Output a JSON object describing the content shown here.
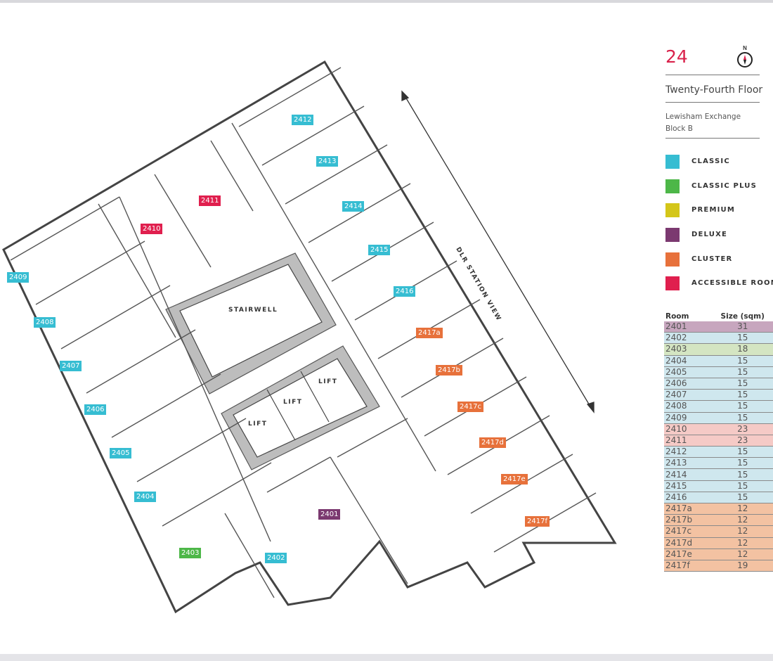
{
  "header": {
    "floor_number": "24",
    "compass_label": "N",
    "floor_name": "Twenty-Fourth Floor",
    "building_line1": "Lewisham Exchange",
    "building_line2": "Block B"
  },
  "legend": [
    {
      "label": "CLASSIC",
      "color": "#36bdd2"
    },
    {
      "label": "CLASSIC PLUS",
      "color": "#4db748"
    },
    {
      "label": "PREMIUM",
      "color": "#d4c619"
    },
    {
      "label": "DELUXE",
      "color": "#7b3970"
    },
    {
      "label": "CLUSTER",
      "color": "#e7713b"
    },
    {
      "label": "ACCESSIBLE ROOM",
      "color": "#e01f4e"
    }
  ],
  "plan": {
    "stairwell": "STAIRWELL",
    "lift": "LIFT",
    "view_label": "DLR STATION VIEW",
    "rooms": {
      "r2401": "2401",
      "r2402": "2402",
      "r2403": "2403",
      "r2404": "2404",
      "r2405": "2405",
      "r2406": "2406",
      "r2407": "2407",
      "r2408": "2408",
      "r2409": "2409",
      "r2410": "2410",
      "r2411": "2411",
      "r2412": "2412",
      "r2413": "2413",
      "r2414": "2414",
      "r2415": "2415",
      "r2416": "2416",
      "r2417a": "2417a",
      "r2417b": "2417b",
      "r2417c": "2417c",
      "r2417d": "2417d",
      "r2417e": "2417e",
      "r2417f": "2417f"
    }
  },
  "table": {
    "headers": [
      "Room",
      "Size (sqm)"
    ],
    "rows": [
      {
        "room": "2401",
        "size": "31",
        "type": "deluxe"
      },
      {
        "room": "2402",
        "size": "15",
        "type": "classic"
      },
      {
        "room": "2403",
        "size": "18",
        "type": "plus"
      },
      {
        "room": "2404",
        "size": "15",
        "type": "classic"
      },
      {
        "room": "2405",
        "size": "15",
        "type": "classic"
      },
      {
        "room": "2406",
        "size": "15",
        "type": "classic"
      },
      {
        "room": "2407",
        "size": "15",
        "type": "classic"
      },
      {
        "room": "2408",
        "size": "15",
        "type": "classic"
      },
      {
        "room": "2409",
        "size": "15",
        "type": "classic"
      },
      {
        "room": "2410",
        "size": "23",
        "type": "access"
      },
      {
        "room": "2411",
        "size": "23",
        "type": "access"
      },
      {
        "room": "2412",
        "size": "15",
        "type": "classic"
      },
      {
        "room": "2413",
        "size": "15",
        "type": "classic"
      },
      {
        "room": "2414",
        "size": "15",
        "type": "classic"
      },
      {
        "room": "2415",
        "size": "15",
        "type": "classic"
      },
      {
        "room": "2416",
        "size": "15",
        "type": "classic"
      },
      {
        "room": "2417a",
        "size": "12",
        "type": "cluster"
      },
      {
        "room": "2417b",
        "size": "12",
        "type": "cluster"
      },
      {
        "room": "2417c",
        "size": "12",
        "type": "cluster"
      },
      {
        "room": "2417d",
        "size": "12",
        "type": "cluster"
      },
      {
        "room": "2417e",
        "size": "12",
        "type": "cluster"
      },
      {
        "room": "2417f",
        "size": "19",
        "type": "cluster"
      }
    ]
  }
}
